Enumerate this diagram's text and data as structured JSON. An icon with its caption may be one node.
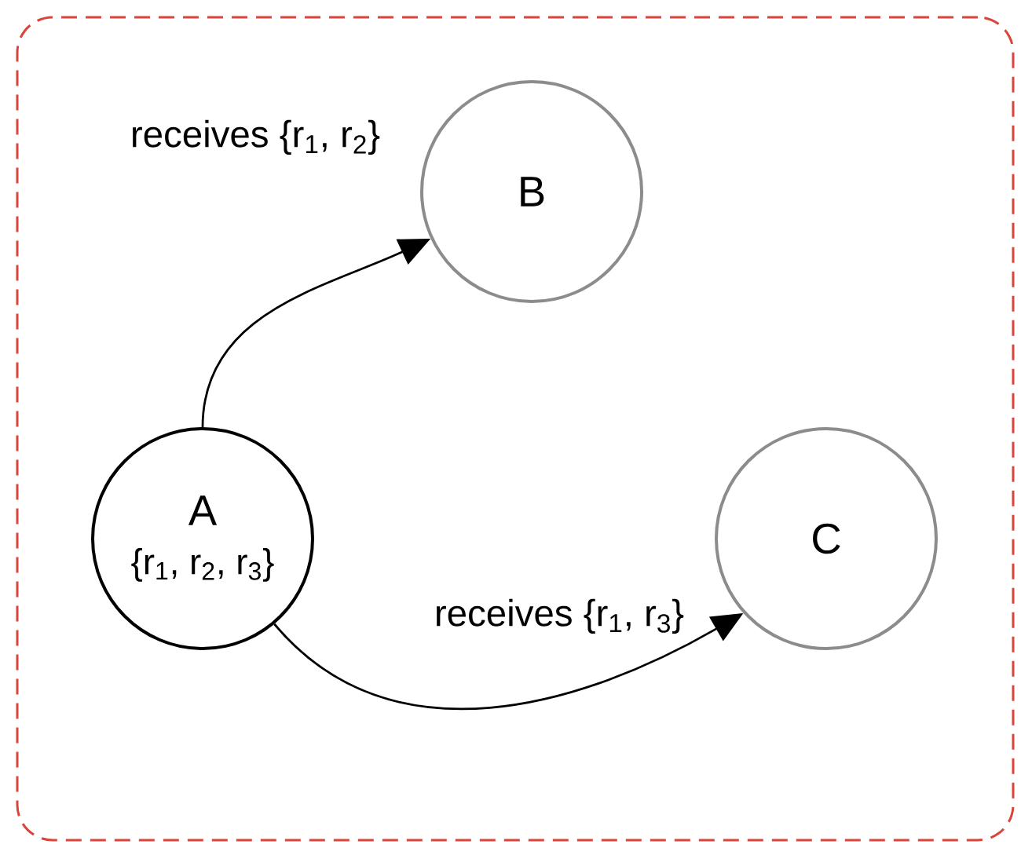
{
  "diagram": {
    "nodes": [
      {
        "text": [],
        "shape": "box"
      },
      {
        "text": [
          "A",
          "{r$_{1}$, r$_{2}$, r$_{3}$}"
        ],
        "in": 0
      },
      {
        "text": [
          "B"
        ],
        "in": 0
      },
      {
        "text": [
          "C"
        ],
        "in": 0
      }
    ],
    "edges": [
      {
        "from": 1,
        "to": 2,
        "arrow": "to",
        "label": "receives {r$_{1}$, r$_{2}$}"
      },
      {
        "from": 1,
        "to": 3,
        "arrow": "to",
        "label": "receives {r$_{1}$, r$_{3}$}"
      }
    ]
  }
}
